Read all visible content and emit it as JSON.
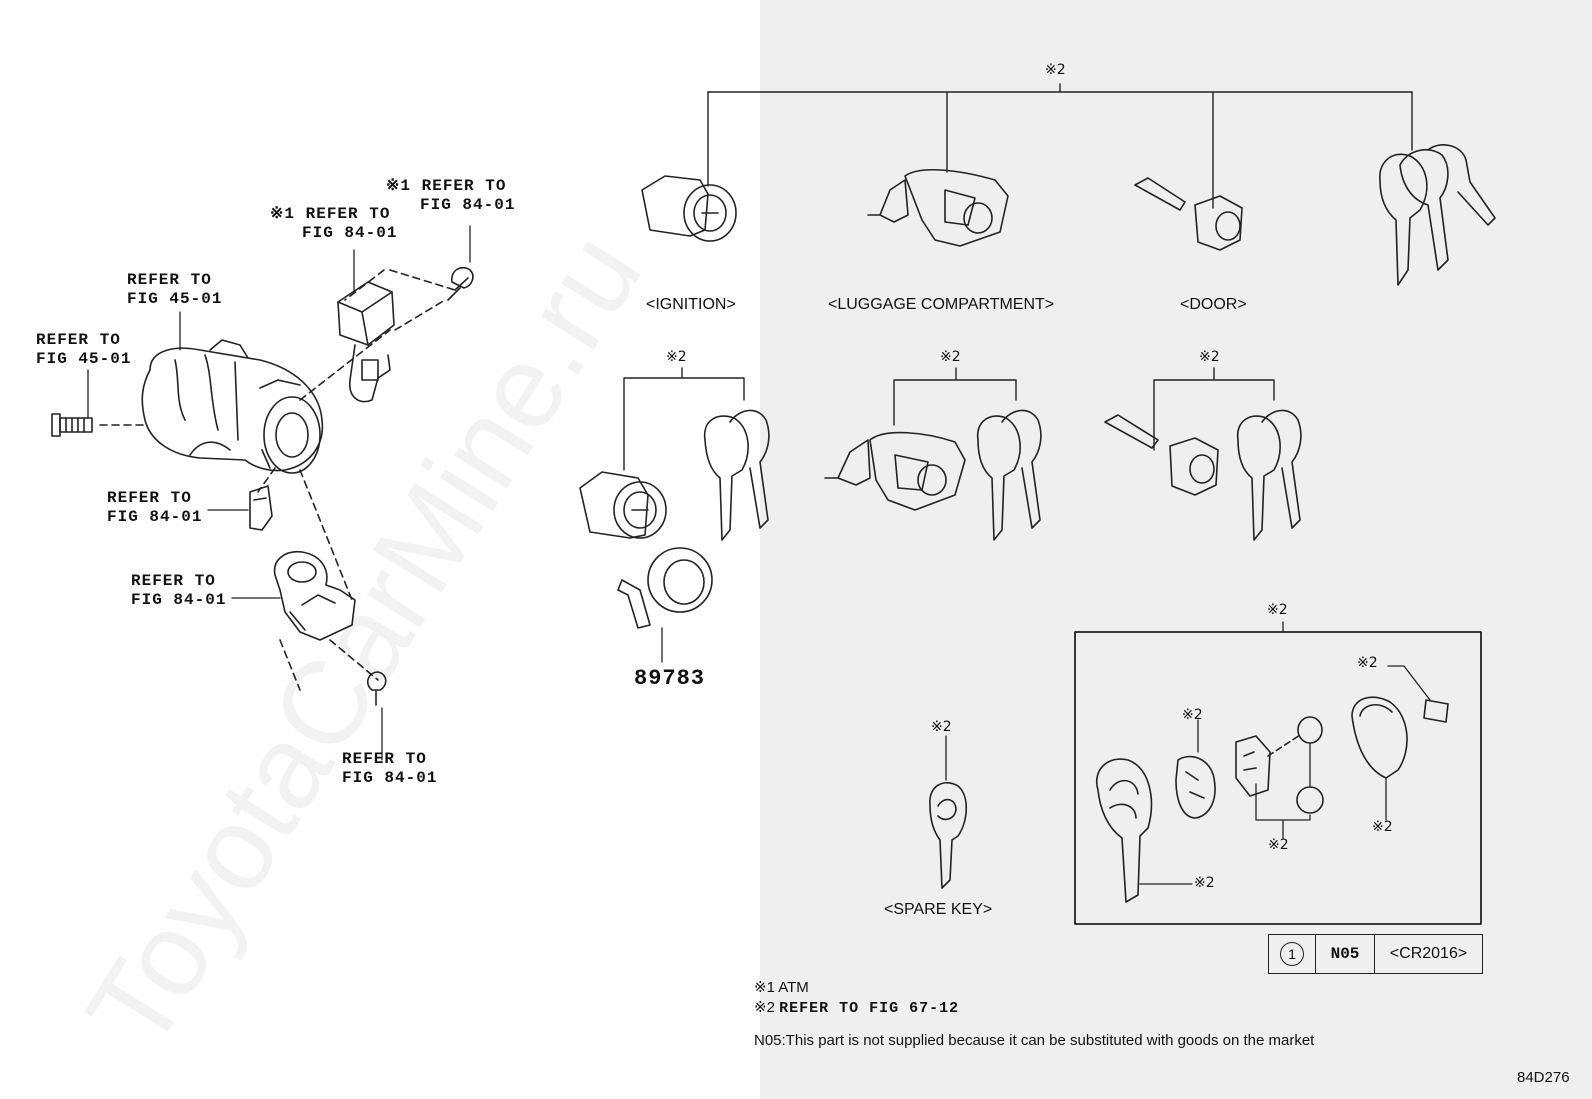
{
  "watermark": "ToyotaCarMine.ru",
  "diagram_id": "84D276",
  "mark2": "※2",
  "left_labels": {
    "refer_top_a": "※1 REFER TO",
    "refer_top_a2": "FIG 84-01",
    "refer_top_b": "※1 REFER TO",
    "refer_top_b2": "FIG 84-01",
    "refer_45a": "REFER TO",
    "refer_45a2": "FIG 45-01",
    "refer_45b": "REFER TO",
    "refer_45b2": "FIG 45-01",
    "refer_84a": "REFER TO",
    "refer_84a2": "FIG 84-01",
    "refer_84b": "REFER TO",
    "refer_84b2": "FIG 84-01",
    "refer_84c": "REFER TO",
    "refer_84c2": "FIG 84-01"
  },
  "sections": {
    "ignition": "<IGNITION>",
    "luggage": "<LUGGAGE COMPARTMENT>",
    "door": "<DOOR>",
    "spare_key": "<SPARE KEY>"
  },
  "part_number": "89783",
  "legend": {
    "circle": "1",
    "code": "N05",
    "battery": "<CR2016>"
  },
  "notes": {
    "n1": "※1 ATM",
    "n2_mark": "※2",
    "n2_text": "REFER TO FIG 67-12",
    "n05": "N05:This part is not supplied because it can be substituted with goods on the market"
  }
}
